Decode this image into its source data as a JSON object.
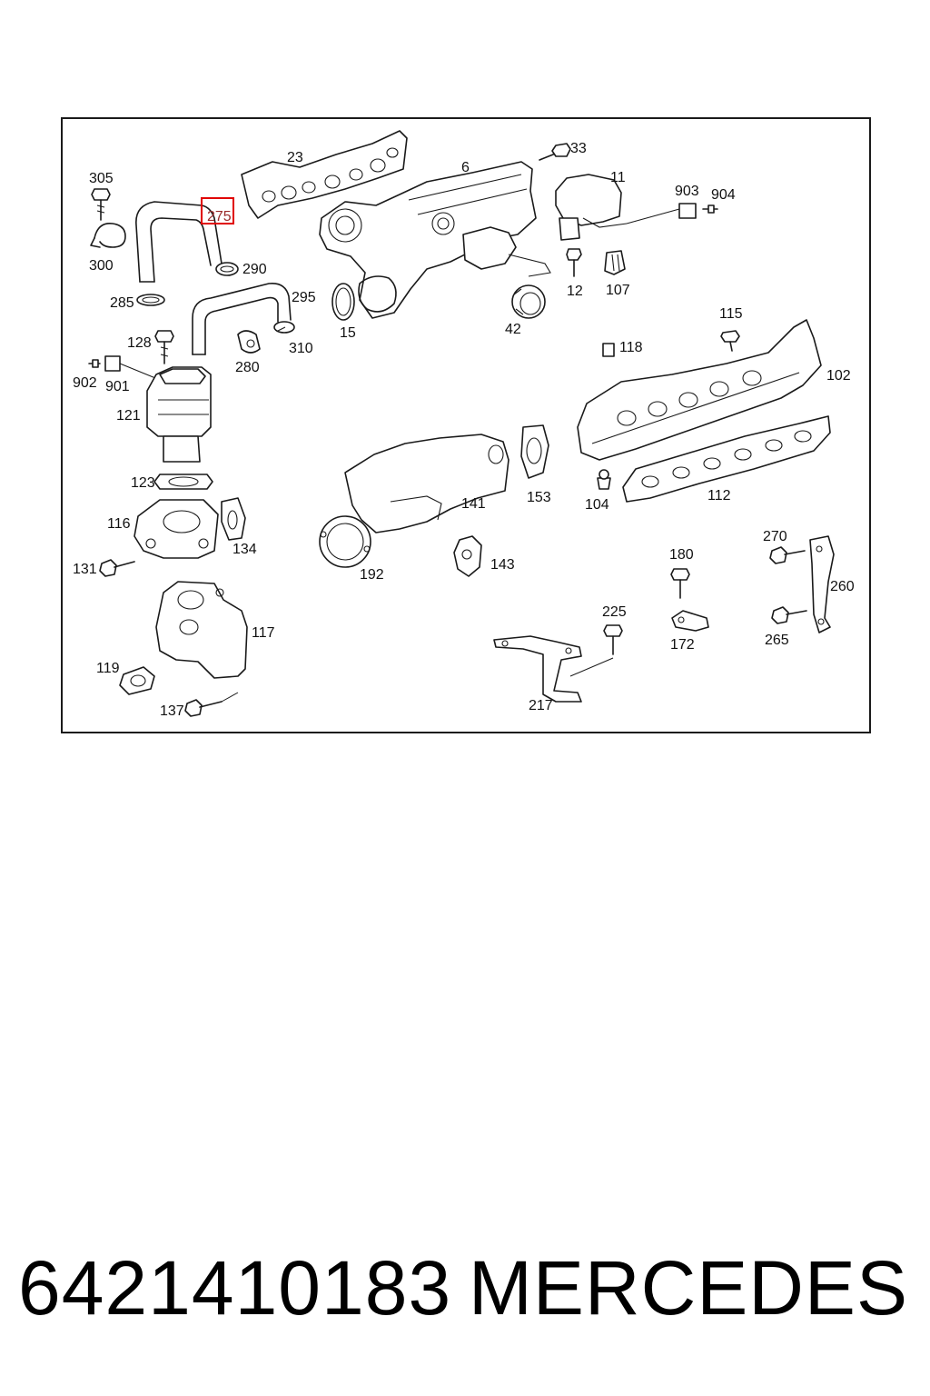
{
  "diagram": {
    "labels": [
      "305",
      "300",
      "285",
      "275",
      "290",
      "295",
      "310",
      "280",
      "23",
      "6",
      "33",
      "11",
      "903",
      "904",
      "12",
      "107",
      "15",
      "42",
      "128",
      "902",
      "901",
      "121",
      "123",
      "116",
      "134",
      "131",
      "117",
      "119",
      "137",
      "115",
      "118",
      "102",
      "141",
      "153",
      "104",
      "112",
      "192",
      "143",
      "180",
      "172",
      "270",
      "260",
      "265",
      "225",
      "217"
    ],
    "highlighted_part": "275"
  },
  "footer": {
    "part_number": "6421410183",
    "brand": "MERCEDES"
  }
}
